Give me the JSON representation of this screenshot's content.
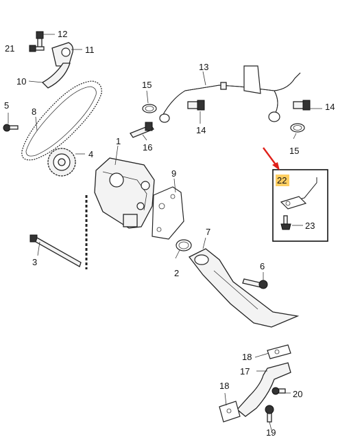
{
  "callouts": {
    "c1": "1",
    "c2": "2",
    "c3": "3",
    "c4": "4",
    "c5": "5",
    "c6": "6",
    "c7": "7",
    "c8": "8",
    "c9": "9",
    "c10": "10",
    "c11": "11",
    "c12": "12",
    "c13": "13",
    "c14a": "14",
    "c14b": "14",
    "c15a": "15",
    "c15b": "15",
    "c16": "16",
    "c17": "17",
    "c18a": "18",
    "c18b": "18",
    "c19": "19",
    "c20": "20",
    "c21": "21",
    "c22": "22",
    "c23": "23"
  },
  "highlight": {
    "part": "22",
    "color": "#ffcf63",
    "arrow_color": "#e0201a"
  }
}
